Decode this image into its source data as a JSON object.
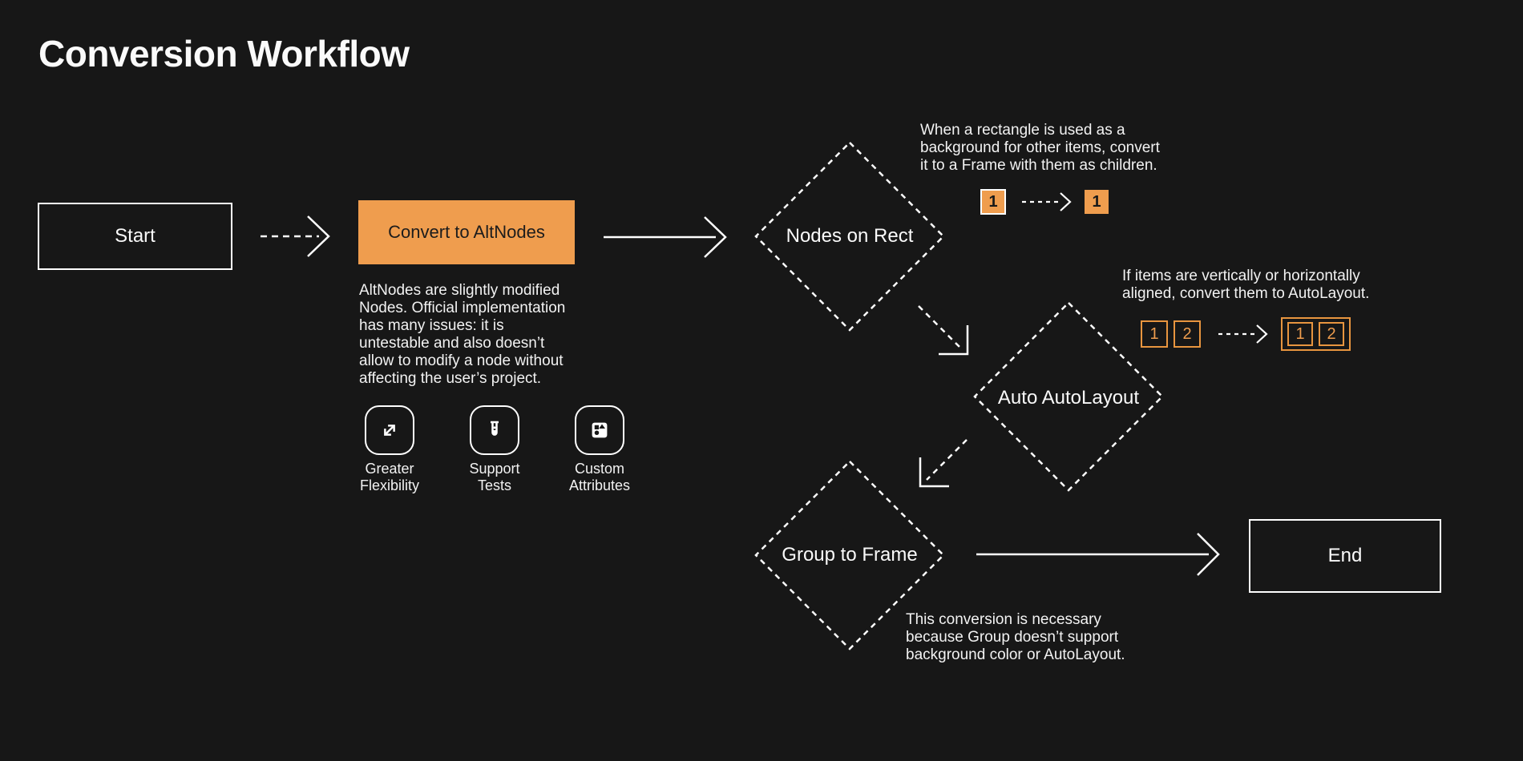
{
  "page": {
    "title": "Conversion Workflow",
    "background_color": "#171717",
    "accent_color": "#EF9D4E",
    "outline_orange": "#E8953F",
    "line_color": "#FFFFFF"
  },
  "nodes": {
    "start": {
      "label": "Start",
      "shape": "rectangle"
    },
    "convert": {
      "label": "Convert to AltNodes",
      "shape": "rectangle",
      "description": "AltNodes are slightly modified\nNodes. Official implementation\nhas many issues: it is\nuntestable and also doesn’t\nallow to modify a node without\naffecting the user’s project."
    },
    "nodes_on_rect": {
      "label": "Nodes on Rect",
      "shape": "diamond",
      "note": "When a rectangle is used as a\nbackground for other items, convert\nit to a Frame with them as children."
    },
    "auto_autolayout": {
      "label": "Auto AutoLayout",
      "shape": "diamond",
      "note": "If items are vertically or horizontally\naligned, convert them to AutoLayout."
    },
    "group_to_frame": {
      "label": "Group to Frame",
      "shape": "diamond",
      "note": "This conversion is necessary\nbecause Group doesn’t support\nbackground color or AutoLayout."
    },
    "end": {
      "label": "End",
      "shape": "rectangle"
    }
  },
  "features": [
    {
      "icon": "expand-arrows-icon",
      "label": "Greater\nFlexibility"
    },
    {
      "icon": "test-tube-icon",
      "label": "Support\nTests"
    },
    {
      "icon": "shapes-icon",
      "label": "Custom\nAttributes"
    }
  ],
  "mini_diagrams": {
    "rect_to_frame": {
      "before": "1",
      "after": "1"
    },
    "align_to_autolayout": {
      "item1": "1",
      "item2": "2",
      "result_item1": "1",
      "result_item2": "2"
    }
  }
}
